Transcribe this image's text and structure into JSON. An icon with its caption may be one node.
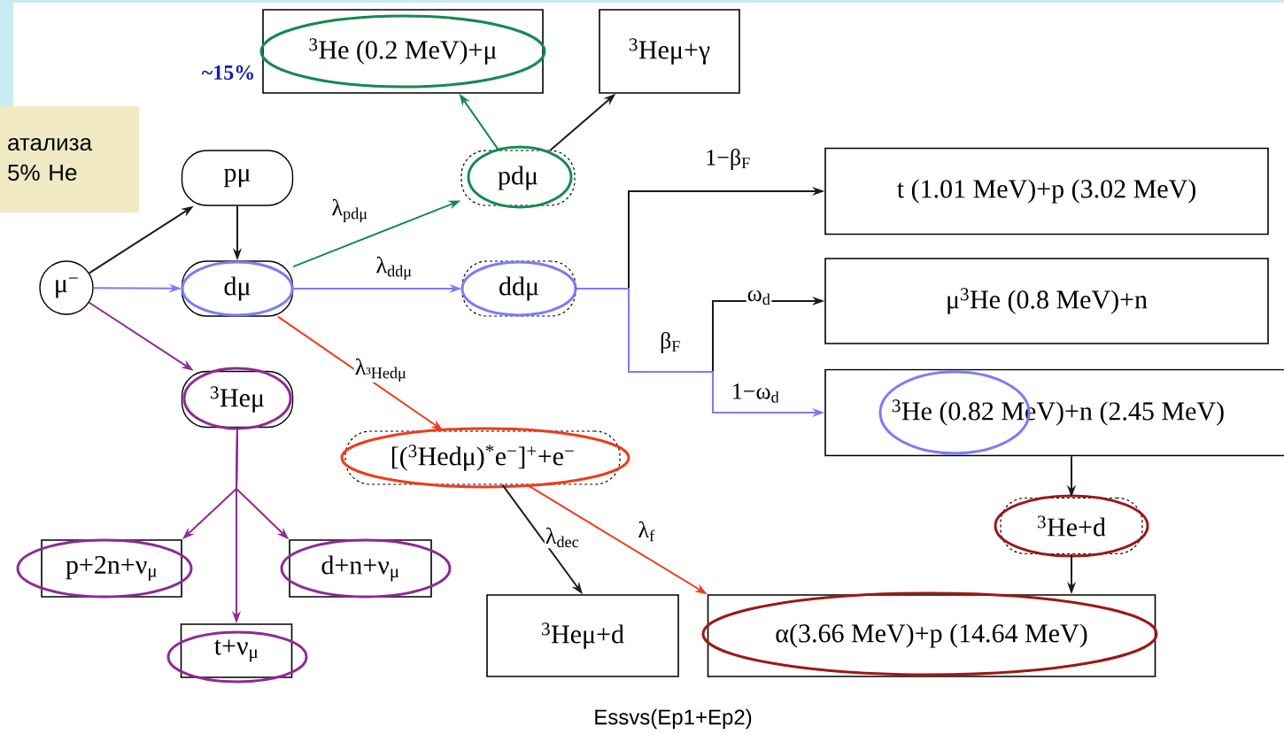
{
  "diagram": {
    "caption": "Essvs(Ep1+Ep2)",
    "nodes": [
      {
        "text": [
          "$^{3}$He (0.2 MeV)+μ"
        ],
        "beside": [
          "~15%"
        ]
      },
      {
        "text": [
          "$^{3}$Heμ+γ"
        ]
      },
      {
        "text": [
          "атализа 5%  He"
        ]
      },
      {
        "text": [
          "pμ"
        ]
      },
      {
        "text": [
          "μ$^{−}$"
        ]
      },
      {
        "text": [
          "dμ"
        ]
      },
      {
        "text": [
          "pdμ"
        ]
      },
      {
        "text": [
          "ddμ"
        ]
      },
      {
        "text": [
          "t (1.01 MeV)+p (3.02 MeV)"
        ]
      },
      {
        "text": [
          "μ$^{3}$He  (0.8 MeV)+n"
        ]
      },
      {
        "text": [
          "$^{3}$Heμ"
        ]
      },
      {
        "text": [
          "[($^{3}$Hedμ)$^{*}$e$^{−}$]$^{+}$+e$^{−}$"
        ]
      },
      {
        "text": [
          "$^{3}$He (0.82 MeV)+n (2.45 MeV)"
        ]
      },
      {
        "text": [
          "$^{3}$He+d"
        ]
      },
      {
        "text": [
          "p+2n+ν$_{μ}$"
        ]
      },
      {
        "text": [
          "d+n+ν$_{μ}$"
        ]
      },
      {
        "text": [
          "t+ν$_{μ}$"
        ]
      },
      {
        "text": [
          "$^{3}$Heμ+d"
        ]
      },
      {
        "text": [
          "α(3.66 MeV)+p (14.64 MeV)"
        ]
      }
    ],
    "edges": [
      {
        "from": 4,
        "to": 3,
        "arrow": "to"
      },
      {
        "from": 4,
        "to": 5,
        "arrow": "to",
        "color": "#7b7bf7"
      },
      {
        "from": 4,
        "to": 10,
        "arrow": "to",
        "color": "#8e2a94"
      },
      {
        "from": 3,
        "to": 5,
        "arrow": "to"
      },
      {
        "from": 5,
        "to": 6,
        "arrow": "to",
        "label": "λ$_{pdμ}$",
        "color": "#138a4f"
      },
      {
        "from": 5,
        "to": 7,
        "arrow": "to",
        "label": "λ$_{ddμ}$",
        "color": "#7b7bf7"
      },
      {
        "from": 5,
        "to": 11,
        "arrow": "to",
        "label": "λ$_{³Hedμ}$",
        "color": "#f03a1a"
      },
      {
        "from": 6,
        "to": 0,
        "arrow": "to",
        "color": "#138a4f"
      },
      {
        "from": 6,
        "to": 1,
        "arrow": "to"
      },
      {
        "from": 7,
        "to": 8,
        "arrow": "to",
        "label": "1−β$_{F}$"
      },
      {
        "from": 7,
        "to": 9,
        "arrow": "to",
        "label": "ω$_{d}$"
      },
      {
        "from": 7,
        "to": 12,
        "arrow": "to",
        "label": "1−ω$_{d}$",
        "color": "#7b7bf7"
      },
      {
        "from": 10,
        "to": 14,
        "arrow": "to",
        "color": "#8e2a94"
      },
      {
        "from": 10,
        "to": 16,
        "arrow": "to",
        "color": "#8e2a94"
      },
      {
        "from": 10,
        "to": 15,
        "arrow": "to",
        "color": "#8e2a94"
      },
      {
        "from": 11,
        "to": 17,
        "arrow": "to",
        "label": "λ$_{dec}$"
      },
      {
        "from": 11,
        "to": 18,
        "arrow": "to",
        "label": "λ$_{f}$",
        "color": "#f03a1a"
      },
      {
        "from": 12,
        "to": 13,
        "arrow": "to"
      },
      {
        "from": 13,
        "to": 18,
        "arrow": "to"
      }
    ],
    "labels": [
      "β$_{F}$"
    ]
  }
}
